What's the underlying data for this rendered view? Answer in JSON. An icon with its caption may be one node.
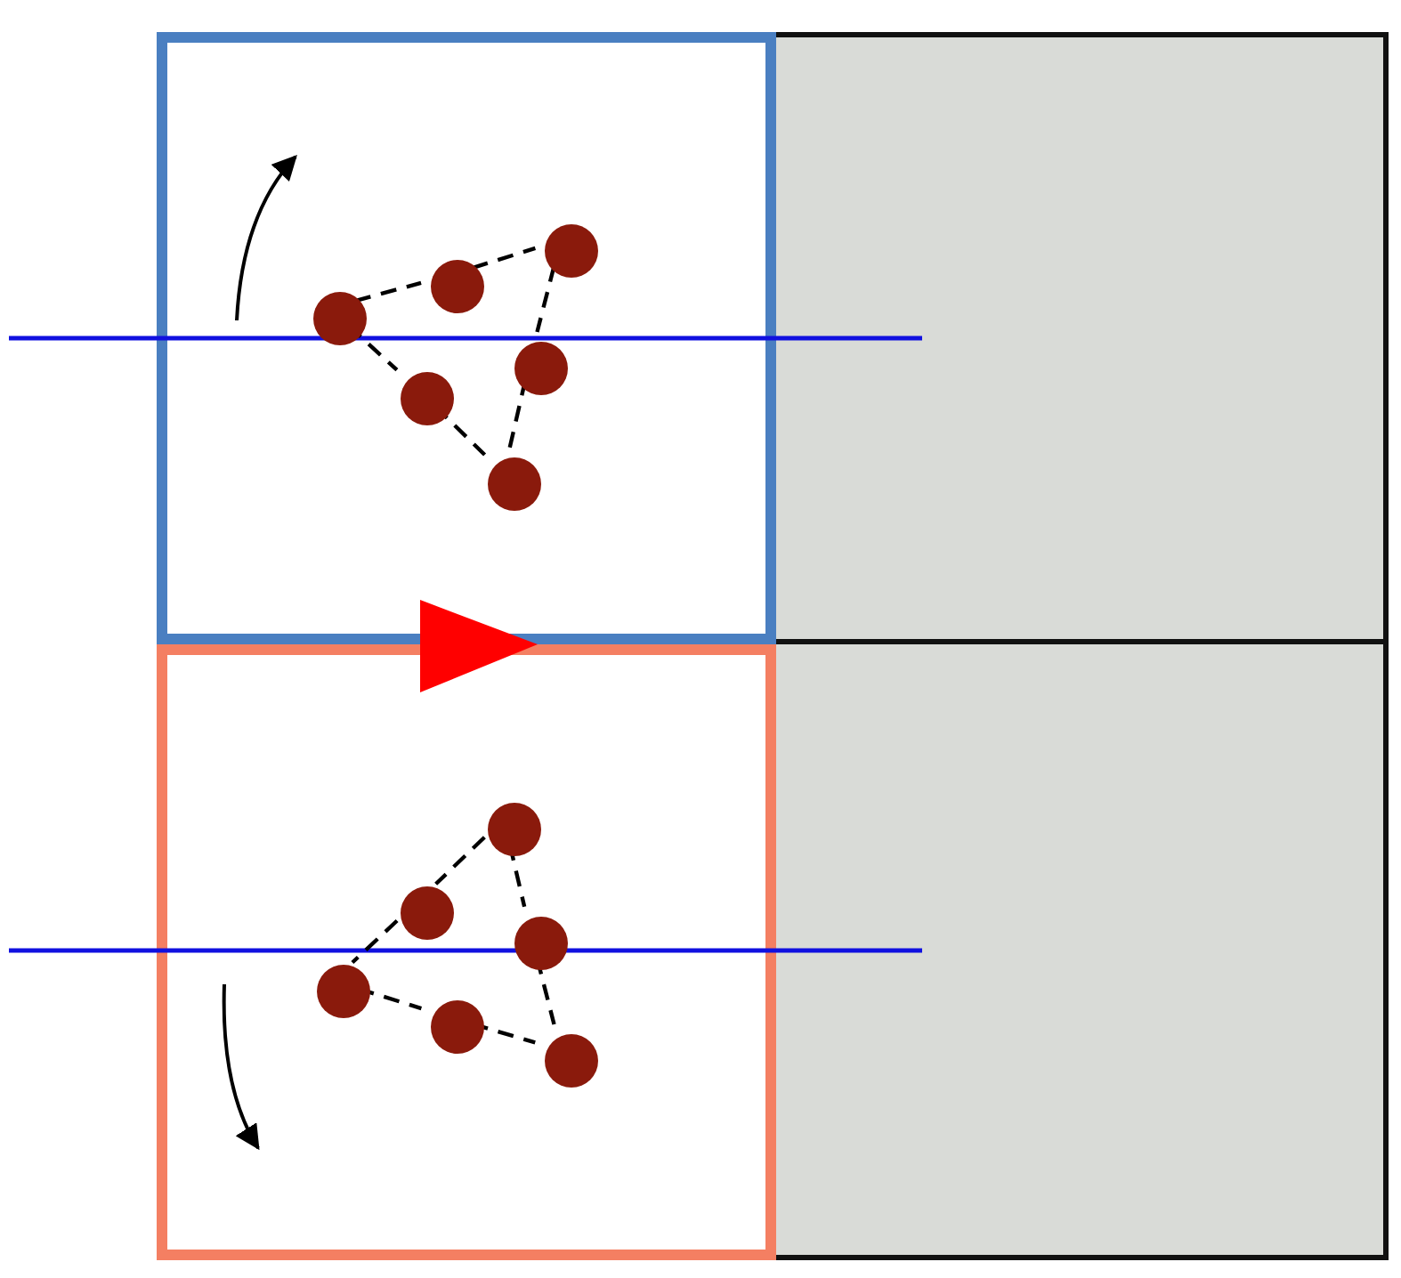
{
  "diagram": {
    "nodes": [
      {
        "text": [],
        "shape": "box"
      },
      {
        "text": [],
        "shape": "box"
      },
      {
        "text": [],
        "shape": "box"
      },
      {
        "text": [],
        "shape": "box"
      },
      {
        "text": [],
        "shape": "circle",
        "in": 0
      },
      {
        "text": [],
        "shape": "circle",
        "in": 0
      },
      {
        "text": [],
        "shape": "circle",
        "in": 0
      },
      {
        "text": [],
        "shape": "circle",
        "in": 0
      },
      {
        "text": [],
        "shape": "circle",
        "in": 0
      },
      {
        "text": [],
        "shape": "circle",
        "in": 0
      },
      {
        "text": [],
        "shape": "circle",
        "in": 2
      },
      {
        "text": [],
        "shape": "circle",
        "in": 2
      },
      {
        "text": [],
        "shape": "circle",
        "in": 2
      },
      {
        "text": [],
        "shape": "circle",
        "in": 2
      },
      {
        "text": [],
        "shape": "circle",
        "in": 2
      },
      {
        "text": [],
        "shape": "circle",
        "in": 2
      }
    ],
    "edges": [
      {
        "from": 4,
        "to": 5,
        "arrow": "none",
        "style": "dashed"
      },
      {
        "from": 5,
        "to": 6,
        "arrow": "none",
        "style": "dashed"
      },
      {
        "from": 6,
        "to": 7,
        "arrow": "none",
        "style": "dashed"
      },
      {
        "from": 4,
        "to": 8,
        "arrow": "none",
        "style": "dashed"
      },
      {
        "from": 8,
        "to": 9,
        "arrow": "none",
        "style": "dashed"
      },
      {
        "from": 9,
        "to": 7,
        "arrow": "none",
        "style": "dashed"
      },
      {
        "from": 10,
        "to": 11,
        "arrow": "none",
        "style": "dashed"
      },
      {
        "from": 10,
        "to": 12,
        "arrow": "none",
        "style": "dashed"
      },
      {
        "from": 11,
        "to": 13,
        "arrow": "none",
        "style": "dashed"
      },
      {
        "from": 13,
        "to": 14,
        "arrow": "none",
        "style": "dashed"
      },
      {
        "from": 14,
        "to": 15,
        "arrow": "none",
        "style": "dashed"
      },
      {
        "from": 12,
        "to": 15,
        "arrow": "none",
        "style": "dashed"
      }
    ]
  }
}
